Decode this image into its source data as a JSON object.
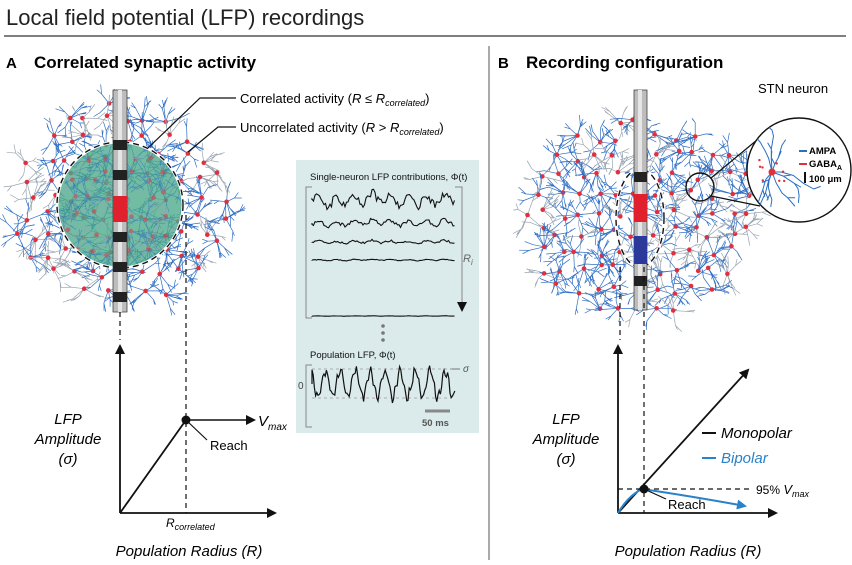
{
  "title": "Local field potential (LFP) recordings",
  "panel_a": {
    "letter": "A",
    "heading": "Correlated synaptic activity",
    "callout_correlated": {
      "text": "Correlated activity (",
      "var": "R",
      "op": " ≤ ",
      "sym": "R",
      "sub": "correlated",
      "close": ")"
    },
    "callout_uncorrelated": {
      "text": "Uncorrelated activity (",
      "var": "R",
      "op": " > ",
      "sym": "R",
      "sub": "correlated",
      "close": ")"
    },
    "inset": {
      "heading": "Single-neuron LFP contributions, Φ(t)",
      "ri_label": "R",
      "ri_sub": "i",
      "population_label": "Population LFP, Φ(t)",
      "zero_label": "0",
      "sigma_label": "σ",
      "scale_label": "50 ms"
    },
    "y_axis": {
      "line1": "LFP",
      "line2": "Amplitude",
      "line3": "(σ)"
    },
    "x_axis": "Population Radius (R)",
    "vmax": {
      "sym": "V",
      "sub": "max"
    },
    "reach": "Reach",
    "rcorr": {
      "sym": "R",
      "sub": "correlated"
    }
  },
  "panel_b": {
    "letter": "B",
    "heading": "Recording configuration",
    "stn_title": "STN neuron",
    "legend": [
      {
        "label": "AMPA",
        "color": "#2a6fc0"
      },
      {
        "label": "GABA",
        "sub": "A",
        "color": "#e0303a"
      }
    ],
    "scale": "100 μm",
    "series": [
      {
        "name": "Monopolar",
        "color": "#111111"
      },
      {
        "name": "Bipolar",
        "color": "#2a82c8"
      }
    ],
    "y_axis": {
      "line1": "LFP",
      "line2": "Amplitude",
      "line3": "(σ)"
    },
    "x_axis": "Population Radius (R)",
    "threshold": {
      "text": "95% ",
      "sym": "V",
      "sub": "max"
    },
    "reach": "Reach"
  },
  "colors": {
    "dendrite": "#2f6fc4",
    "soma": "#e03040",
    "correlated_fill": "#4aa98a",
    "inset_bg": "#dbeaea",
    "bipolar": "#2a82c8"
  }
}
